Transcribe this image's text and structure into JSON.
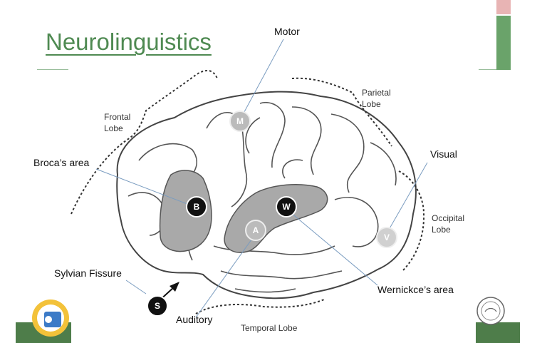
{
  "title": "Neurolinguistics",
  "labels": {
    "motor": "Motor",
    "parietal_lobe": "Parietal\nLobe",
    "frontal_lobe": "Frontal\nLobe",
    "visual": "Visual",
    "brocas_area": "Broca’s area",
    "occipital_lobe": "Occipital\nLobe",
    "sylvian_fissure": "Sylvian Fissure",
    "wernickes_area": "Wernickce’s area",
    "auditory": "Auditory",
    "temporal_lobe": "Temporal Lobe"
  },
  "markers": {
    "M": "M",
    "B": "B",
    "W": "W",
    "A": "A",
    "V": "V",
    "S": "S"
  },
  "colors": {
    "title_green": "#4f8a52",
    "footer_green": "#4e7d4a",
    "accent_pink": "#e8b4b4",
    "accent_green": "#6aa36a"
  }
}
